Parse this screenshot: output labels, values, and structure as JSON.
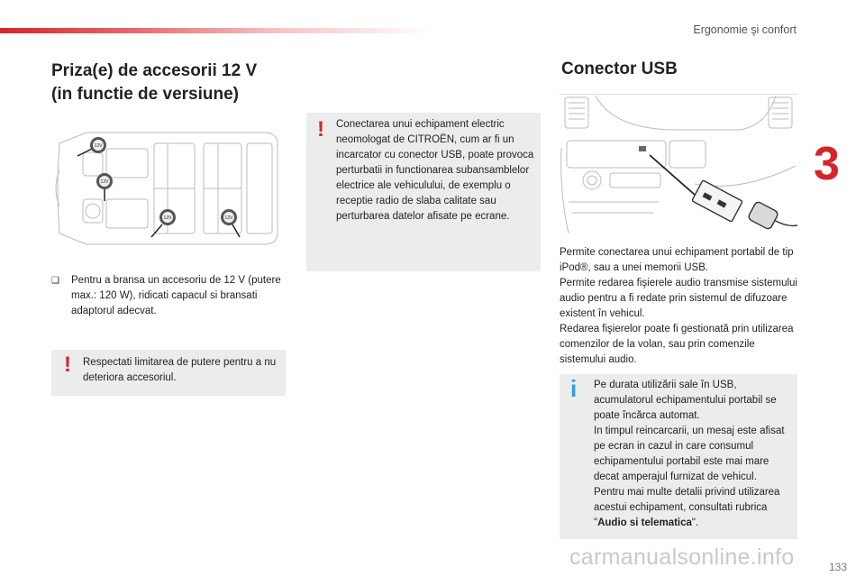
{
  "header": {
    "section": "Ergonomie şi confort",
    "chapter": "3",
    "page": "133"
  },
  "left": {
    "title_line1": "Priza(e) de accesorii 12 V",
    "title_line2": "(in functie de versiune)",
    "socket_label": "12V",
    "bullet_mark": "❑",
    "bullet_text": "Pentru a bransa un accesoriu de 12 V (putere max.: 120 W), ridicati capacul si bransati adaptorul adecvat.",
    "warning_icon": "!",
    "warning_text": "Respectati limitarea de putere pentru a nu deteriora accesoriul."
  },
  "middle": {
    "warning_icon": "!",
    "warning_text": "Conectarea unui echipament electric neomologat de CITROËN, cum ar fi un incarcator cu conector USB, poate provoca perturbatii in functionarea subansamblelor electrice ale vehiculului, de exemplu o receptie radio de slaba calitate sau perturbarea datelor afisate pe ecrane."
  },
  "right": {
    "title": "Conector USB",
    "para1": "Permite conectarea unui echipament portabil de tip iPod®, sau a unei memorii USB.",
    "para2": "Permite redarea fişierele audio transmise sistemului audio pentru a fi redate prin sistemul de difuzoare existent în vehicul.",
    "para3": "Redarea fişierelor poate fi gestionată prin utilizarea comenzilor de la volan, sau prin comenzile sistemului audio.",
    "info_icon": "i",
    "info_line1": "Pe durata utilizării sale în USB, acumulatorul echipamentului portabil se poate încărca automat.",
    "info_line2": "In timpul reincarcarii, un mesaj este afisat pe ecran in cazul in care consumul echipamentului portabil este mai mare decat amperajul furnizat de vehicul.",
    "info_line3_prefix": "Pentru mai multe detalii privind utilizarea acestui echipament, consultati rubrica \"",
    "info_line3_bold": "Audio si telematica",
    "info_line3_suffix": "\"."
  },
  "footer": {
    "watermark": "carmanualsonline.info"
  }
}
